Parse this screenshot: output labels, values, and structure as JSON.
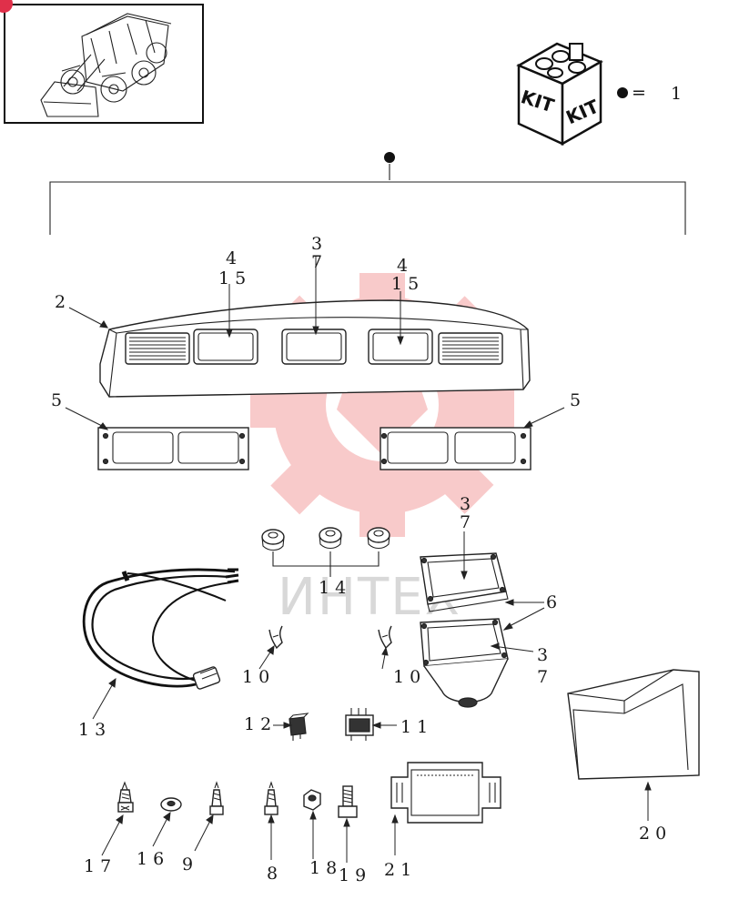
{
  "kit": {
    "label_left": "KIT",
    "label_right": "KIT",
    "legend_value": "1",
    "legend_eq": "="
  },
  "watermark": {
    "text": "ИНТЕХ"
  },
  "callouts": {
    "c2": "2",
    "c4a": "4",
    "c15a": "15",
    "c3a": "3",
    "c7a": "7",
    "c4b": "4",
    "c15b": "15",
    "c5a": "5",
    "c5b": "5",
    "c3b": "3",
    "c7b": "7",
    "c6": "6",
    "c3c": "3",
    "c7c": "7",
    "c14": "14",
    "c10a": "10",
    "c10b": "10",
    "c13": "13",
    "c12": "12",
    "c11": "11",
    "c17": "17",
    "c16": "16",
    "c9": "9",
    "c8": "8",
    "c18": "18",
    "c19": "19",
    "c21": "21",
    "c20": "20"
  }
}
